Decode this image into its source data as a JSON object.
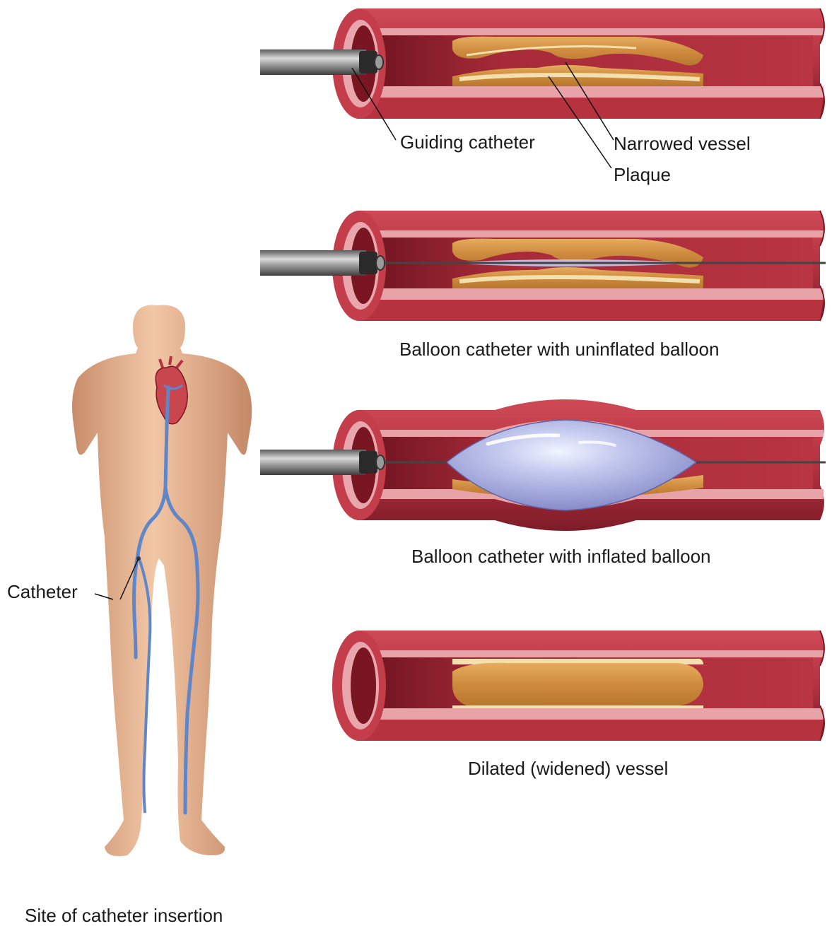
{
  "labels": {
    "guiding_catheter": "Guiding catheter",
    "narrowed_vessel": "Narrowed vessel",
    "plaque": "Plaque",
    "uninflated": "Balloon catheter with uninflated balloon",
    "inflated": "Balloon catheter with inflated balloon",
    "dilated": "Dilated (widened) vessel",
    "catheter": "Catheter",
    "site": "Site of catheter insertion"
  },
  "colors": {
    "vessel_outer": "#b6323f",
    "vessel_lumen": "#8e1f2c",
    "vessel_wall_pink": "#e8a3a8",
    "plaque": "#d89a4c",
    "plaque_fat": "#f0d59a",
    "catheter": "#8a8a8a",
    "balloon": "#b9bfe6",
    "skin": "#e8b693",
    "vein": "#5f86c9"
  }
}
